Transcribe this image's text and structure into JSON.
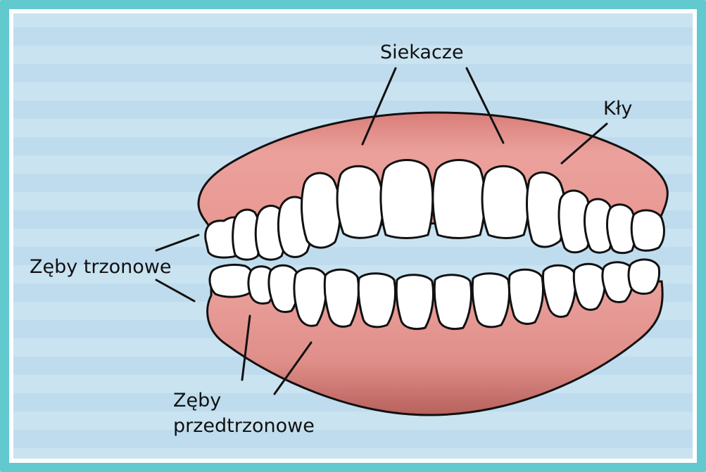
{
  "labels": {
    "incisors": "Siekacze",
    "canines": "Kły",
    "molars": "Zęby trzonowe",
    "premolars_line1": "Zęby",
    "premolars_line2": "przedtrzonowe"
  },
  "colors": {
    "frame": "#62c9cf",
    "background": "#c9e3f1",
    "gum": "#e3938e",
    "gum_dark": "#c26a66",
    "tooth": "#ffffff",
    "outline": "#111111"
  }
}
